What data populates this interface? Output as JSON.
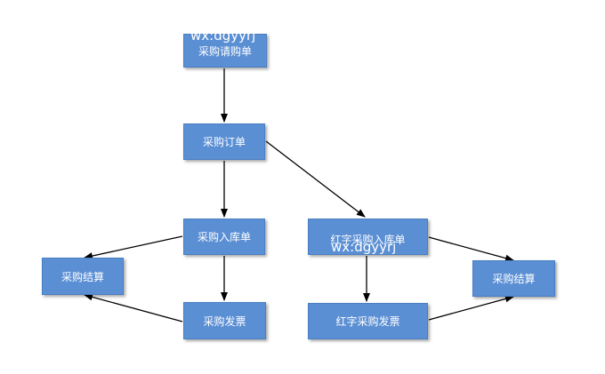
{
  "nodes": {
    "purchase_request": "采购请购单",
    "purchase_order": "采购订单",
    "purchase_receipt": "采购入库单",
    "red_receipt": "红字采购入库单",
    "settle_left": "采购结算",
    "invoice": "采购发票",
    "red_invoice": "红字采购发票",
    "settle_right": "采购结算"
  },
  "watermarks": {
    "top": "wx:dgyyrj",
    "middle": "wx:dgyyrj"
  },
  "colors": {
    "node_fill": "#5b8fd4",
    "node_text": "#ffffff",
    "arrow": "#000000",
    "background": "#ffffff"
  }
}
